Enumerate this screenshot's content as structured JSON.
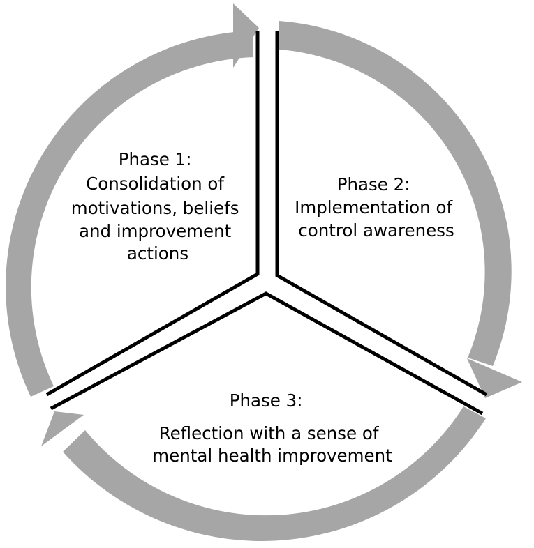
{
  "diagram": {
    "type": "cycle",
    "colors": {
      "arrow": "#a6a6a6",
      "divider": "#000000",
      "text": "#000000",
      "background": "#ffffff"
    },
    "phases": [
      {
        "id": "phase-1",
        "lines": [
          "Phase 1:",
          "Consolidation of",
          "motivations, beliefs",
          "and improvement",
          "actions"
        ]
      },
      {
        "id": "phase-2",
        "lines": [
          "Phase 2:",
          "Implementation of",
          "control awareness"
        ]
      },
      {
        "id": "phase-3",
        "lines": [
          "Phase 3:",
          "",
          "Reflection with a sense of",
          "mental health improvement"
        ]
      }
    ],
    "arrows": [
      {
        "from": "phase-1",
        "to": "phase-2",
        "icon": "curved-arrow-icon"
      },
      {
        "from": "phase-2",
        "to": "phase-3",
        "icon": "curved-arrow-icon"
      },
      {
        "from": "phase-3",
        "to": "phase-1",
        "icon": "curved-arrow-icon"
      }
    ]
  }
}
